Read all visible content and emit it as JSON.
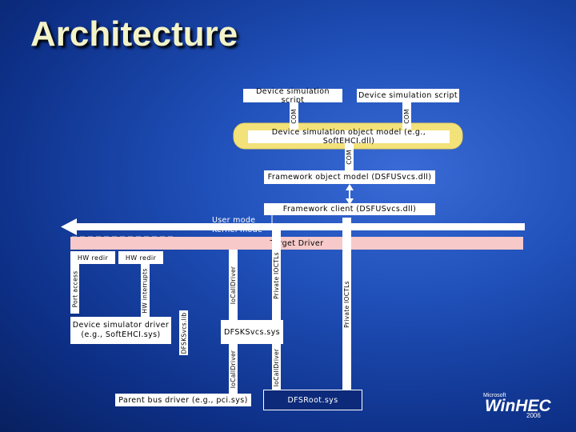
{
  "title": "Architecture",
  "boxes": {
    "script_left": "Device simulation script",
    "script_right": "Device simulation script",
    "object_model": "Device simulation object model (e.g., SoftEHCI.dll)",
    "framework_object_model": "Framework object model (DSFUSvcs.dll)",
    "framework_client": "Framework client (DSFUSvcs.dll)",
    "target_driver": "Target Driver",
    "hw_redir_1": "HW redir",
    "hw_redir_2": "HW redir",
    "device_simulator_driver": "Device simulator driver (e.g., SoftEHCI.sys)",
    "dsfksvcs_sys": "DFSKSvcs.sys",
    "parent_bus_driver": "Parent bus driver (e.g., pci.sys)",
    "dfsroot": "DFSRoot.sys"
  },
  "vertical_labels": {
    "com_left": "COM",
    "com_right": "COM",
    "com_middle": "COM",
    "port_access": "Port access",
    "hw_interrupts": "HW interrupts",
    "dfsksvcs_lib": "DFSKSvcs.lib",
    "iocalldriver_upper": "IoCallDriver",
    "private_ioctls_left": "Private IOCTLs",
    "private_ioctls_right": "Private IOCTLs",
    "iocalldriver_lower_left": "IoCallDriver",
    "iocalldriver_lower_right": "IoCallDriver"
  },
  "mode_labels": {
    "user_mode": "User mode",
    "kernel_mode": "Kernel mode"
  },
  "logo": {
    "brand_small": "Microsoft",
    "brand_main": "WinHEC",
    "year": "2006"
  },
  "colors": {
    "title": "#f3f3c8",
    "background": "#1f4fb8",
    "highlight_ring": "#f3e27a",
    "target_driver_fill": "#f7c9c9"
  }
}
